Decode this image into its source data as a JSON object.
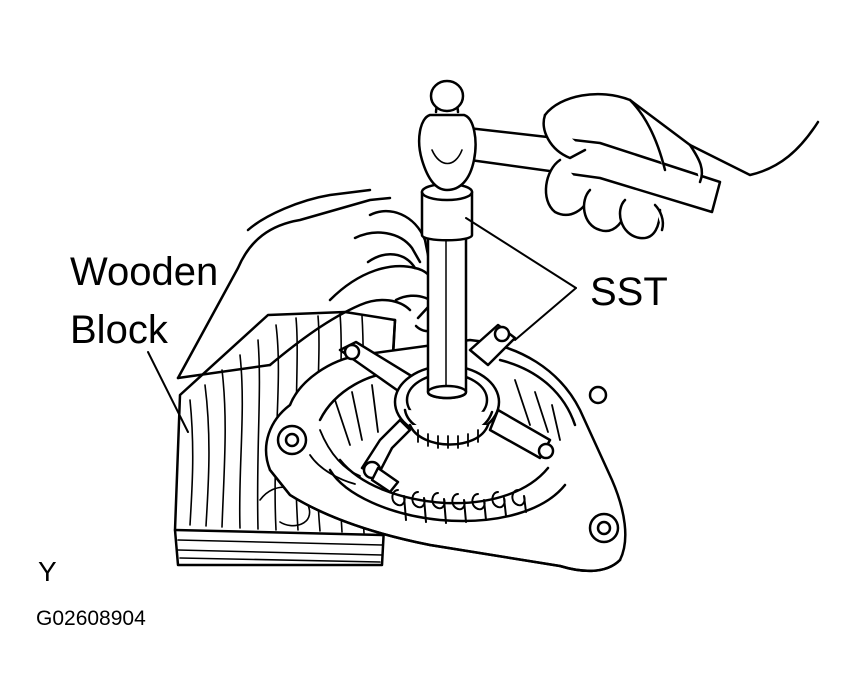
{
  "callouts": {
    "wooden_block_line1": "Wooden",
    "wooden_block_line2": "Block",
    "sst": "SST"
  },
  "footer": {
    "view_marker": "Y",
    "figure_code": "G02608904"
  },
  "colors": {
    "ink": "#000000",
    "paper": "#ffffff"
  }
}
